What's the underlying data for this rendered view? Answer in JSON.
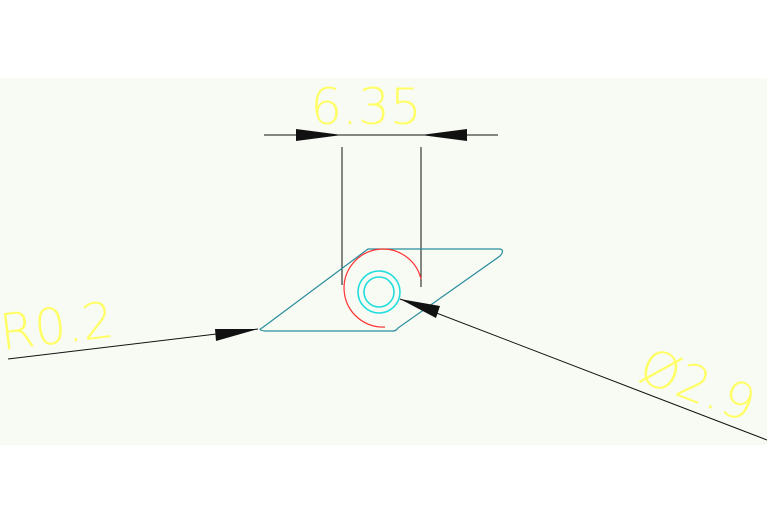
{
  "drawing": {
    "dimensions": {
      "width_label": "6.35",
      "radius_label": "R0.2",
      "diameter_label": "Ø2.9"
    }
  },
  "colors": {
    "background": "#ffffff",
    "drawing_area": "#f7fbf4",
    "dimension_text": "#ffff66",
    "dimension_line": "#111111",
    "insert_outline": "#2a8c9c",
    "hole_circle": "#22dddd",
    "arc": "#ff3333"
  }
}
